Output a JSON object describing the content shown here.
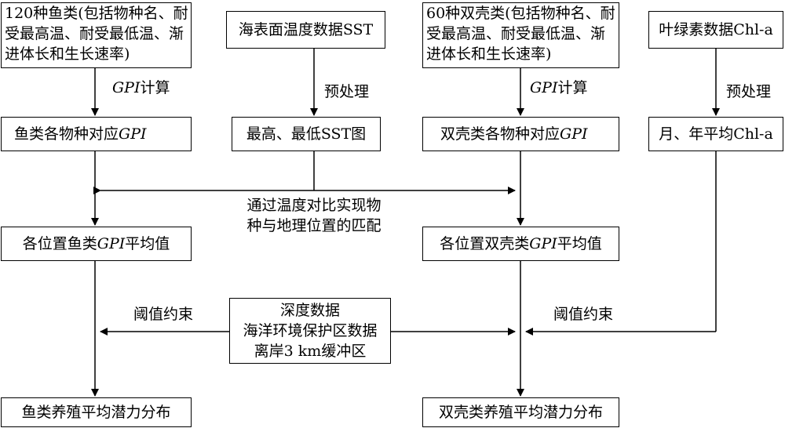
{
  "fish_species_box": {
    "lines": [
      "120种鱼类(包括物种名、耐",
      "受最高温、耐受最低温、渐",
      "进体长和生长速率)"
    ]
  },
  "sst_data_box": {
    "text": "海表面温度数据SST"
  },
  "bivalve_species_box": {
    "lines": [
      "60种双壳类(包括物种名、耐",
      "受最高温、耐受最低温、渐",
      "进体长和生长速率)"
    ]
  },
  "chla_data_box": {
    "text": "叶绿素数据Chl-a"
  },
  "fish_gpi_calc_label": {
    "italic": "GPI",
    "text": "计算"
  },
  "sst_preprocess_label": {
    "text": "预处理"
  },
  "bivalve_gpi_calc_label": {
    "italic": "GPI",
    "text": "计算"
  },
  "chla_preprocess_label": {
    "text": "预处理"
  },
  "fish_gpi_box": {
    "text": "鱼类各物种对应",
    "italic": "GPI"
  },
  "sst_map_box": {
    "text": "最高、最低SST图"
  },
  "bivalve_gpi_box": {
    "text": "双壳类各物种对应",
    "italic": "GPI"
  },
  "chla_avg_box": {
    "text": "月、年平均Chl-a"
  },
  "matching_label": {
    "lines": [
      "通过温度对比实现物",
      "种与地理位置的匹配"
    ]
  },
  "fish_gpi_avg_box": {
    "pre": "各位置鱼类",
    "italic": "GPI",
    "post": "平均值"
  },
  "bivalve_gpi_avg_box": {
    "pre": "各位置双壳类",
    "italic": "GPI",
    "post": "平均值"
  },
  "fish_threshold_label": {
    "text": "阈值约束"
  },
  "constraint_data_box": {
    "lines": [
      "深度数据",
      "海洋环境保护区数据",
      "离岸3 km缓冲区"
    ]
  },
  "bivalve_threshold_label": {
    "text": "阈值约束"
  },
  "fish_potential_box": {
    "text": "鱼类养殖平均潜力分布"
  },
  "bivalve_potential_box": {
    "text": "双壳类养殖平均潜力分布"
  }
}
